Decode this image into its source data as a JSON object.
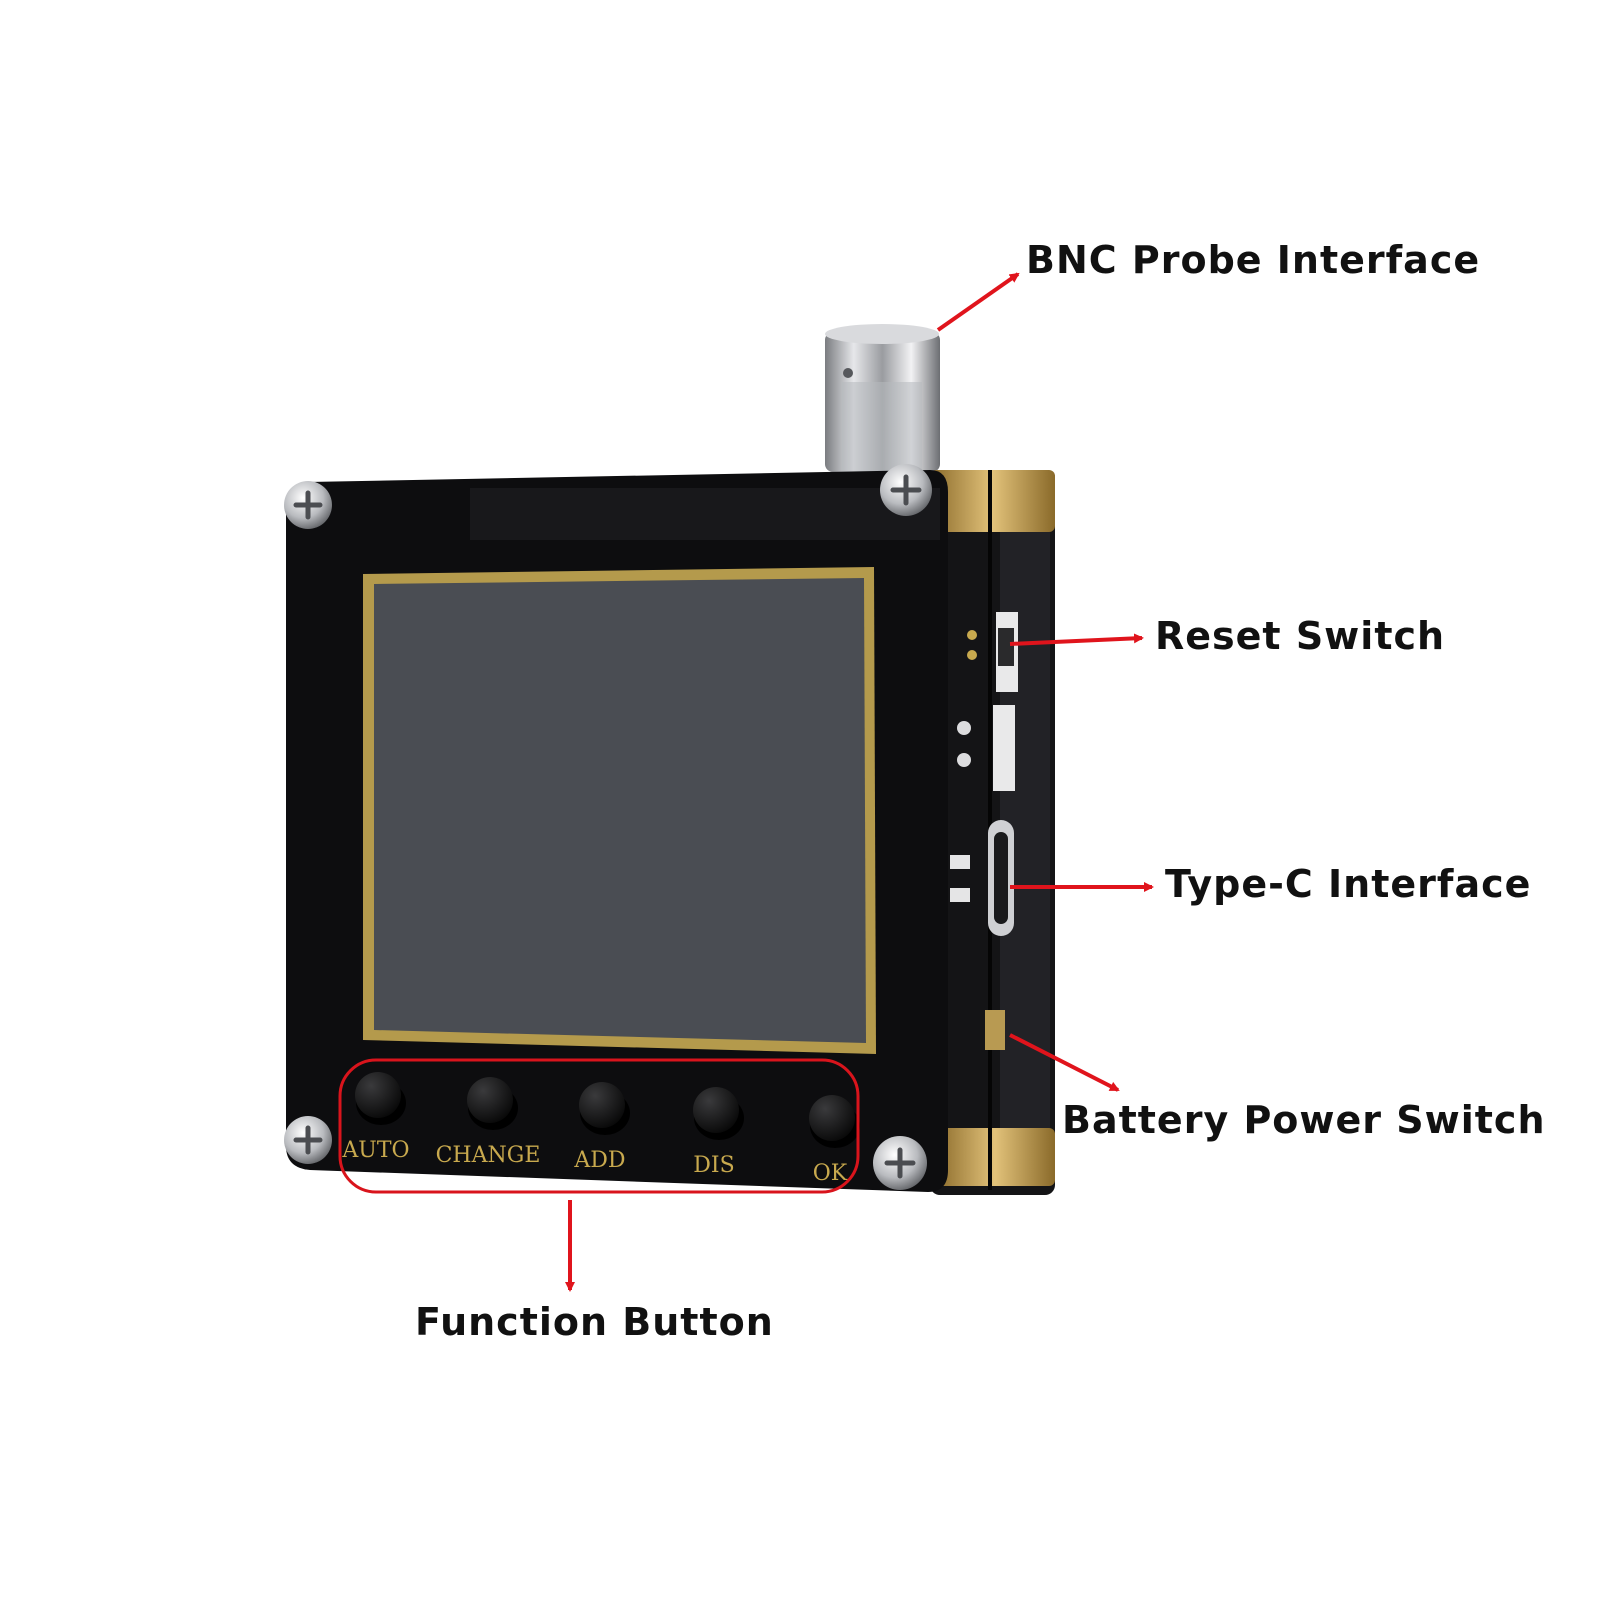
{
  "labels": {
    "bnc": "BNC Probe Interface",
    "reset": "Reset Switch",
    "typec": "Type-C Interface",
    "battery": "Battery Power Switch",
    "function": "Function Button"
  },
  "buttons": [
    "AUTO",
    "CHANGE",
    "ADD",
    "DIS",
    "OK"
  ],
  "colors": {
    "arrow": "#e0141c",
    "highlight": "#d9141c",
    "bezel": "#0d0d0f",
    "screen": "#4a4d53",
    "gold": "#c8a94e"
  }
}
